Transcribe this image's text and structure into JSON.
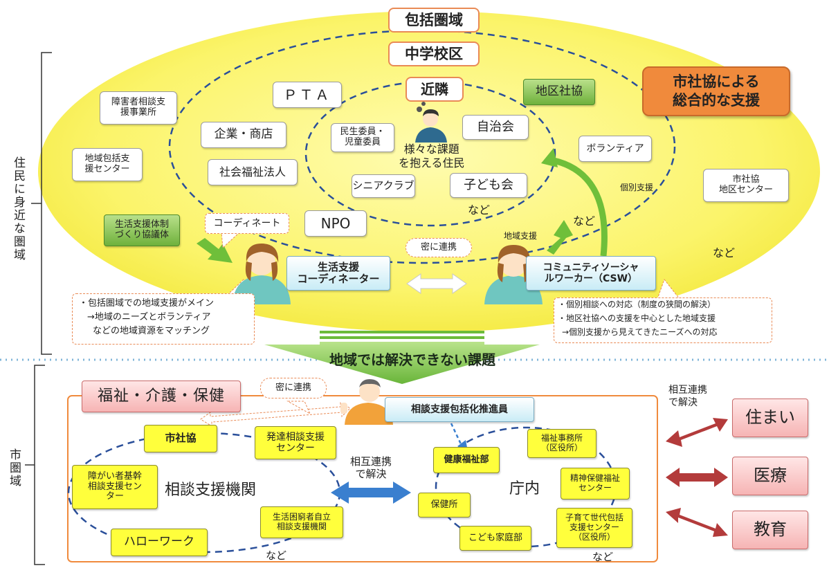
{
  "regions": {
    "inclusive_area": "包括圏域",
    "middle_school_area": "中学校区",
    "neighborhood": "近隣",
    "residents_near": "住民に身近な圏域",
    "city_area": "市圏域"
  },
  "center": {
    "residents": "様々な課題\nを抱える住民"
  },
  "inner_boxes": {
    "minsei": "民生委員・\n児童委員",
    "jichikai": "自治会",
    "senior_club": "シニアクラブ",
    "kodomo": "子ども会"
  },
  "middle_boxes": {
    "pta": "ＰＴＡ",
    "company": "企業・商店",
    "social_welfare": "社会福祉法人",
    "npo": "NPO",
    "district_council": "地区社協",
    "volunteer": "ボランティア"
  },
  "outer_boxes": {
    "disability_office": "障害者相談支\n援事業所",
    "comm_support_center": "地域包括支\n援センター",
    "city_district_center": "市社協\n地区センター",
    "life_support_body": "生活支援体制\nづくり協議体"
  },
  "city_council_support": "市社協による\n総合的な支援",
  "labels": {
    "nado_center": "など",
    "nado_right": "など",
    "nado_far_right": "など",
    "coordinate": "コーディネート",
    "close_link_top": "密に連携",
    "close_link_bottom": "密に連携",
    "individual_support": "個別支援",
    "community_support": "地域支援",
    "unresolved": "地域では解決できない課題",
    "mutual_left": "相互連携\nで解決",
    "mutual_right": "相互連携\nで解決",
    "nado_bottom_left": "など",
    "nado_bottom_right": "など"
  },
  "persons": {
    "coordinator": "生活支援\nコーディネーター",
    "csw": "コミュニティソーシャ\nルワーカー（CSW）",
    "promoter": "相談支援包括化推進員"
  },
  "notes": {
    "left": [
      "・包括圏域での地域支援がメイン",
      "→地域のニーズとボランティア",
      "などの地域資源をマッチング"
    ],
    "right": [
      "・個別相談への対応（制度の狭間の解決）",
      "・地区社協への支援を中心とした地域支援",
      "→個別支援から見えてきたニーズへの対応"
    ]
  },
  "bottom": {
    "welfare_title": "福祉・介護・保健",
    "consult_org": "相談支援機関",
    "in_office": "庁内",
    "city_council": "市社協",
    "dev_center": "発達相談支援\nセンター",
    "disability_base": "障がい者基幹\n相談支援セン\nター",
    "livelihood": "生活困窮者自立\n相談支援機関",
    "hellowork": "ハローワーク",
    "health_welfare": "健康福祉部",
    "welfare_office": "福祉事務所\n（区役所）",
    "mental_center": "精神保健福祉\nセンター",
    "health_center": "保健所",
    "child_family": "こども家庭部",
    "child_support": "子育て世代包括\n支援センター\n（区役所）"
  },
  "right_side": {
    "housing": "住まい",
    "medical": "医療",
    "education": "教育"
  },
  "colors": {
    "ellipse_yellow": "#fbf58a",
    "dash_blue": "#2a4f9a",
    "arrow_green": "#6fbf3a",
    "arrow_red": "#b33b3b",
    "arrow_blue": "#3a7fcf",
    "accent_orange": "#f08a3c"
  }
}
